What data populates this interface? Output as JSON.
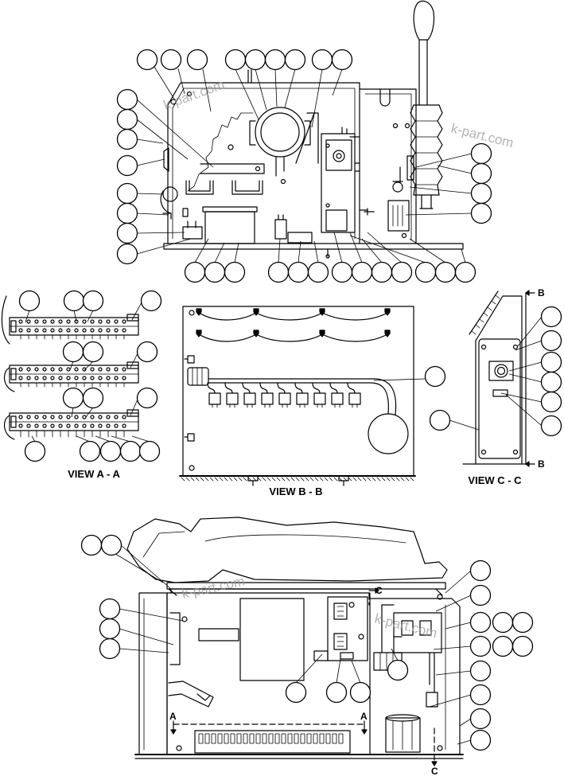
{
  "views": {
    "a": {
      "label": "VIEW A - A"
    },
    "b": {
      "label": "VIEW B - B"
    },
    "c": {
      "label": "VIEW C - C"
    }
  },
  "section_marks": {
    "a": "A",
    "b": "B",
    "c": "C"
  },
  "watermark": "k-part.com",
  "callout_icon": "blank-callout-balloon",
  "colors": {
    "line": "#000000",
    "background": "#ffffff",
    "watermark": "#9a9a9a"
  }
}
